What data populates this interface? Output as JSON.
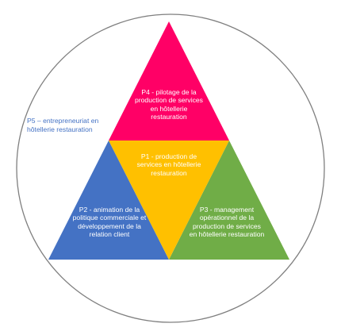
{
  "colors": {
    "p4": "#ff0066",
    "p1": "#ffc000",
    "p2": "#4472c4",
    "p3": "#70ad47",
    "p5_text": "#4472c4",
    "circle_stroke": "#7f7f7f"
  },
  "labels": {
    "p5": "P5 – entrepreneuriat en hôtellerie restauration",
    "p4": "P4 - pilotage de la production de services en hôtellerie restauration",
    "p1": "P1 - production de services en hôtellerie restauration",
    "p2": "P2 - animation de la politique commerciale et développement de la relation client",
    "p3": "P3 - management opérationnel de la production de services en hôtellerie restauration"
  }
}
